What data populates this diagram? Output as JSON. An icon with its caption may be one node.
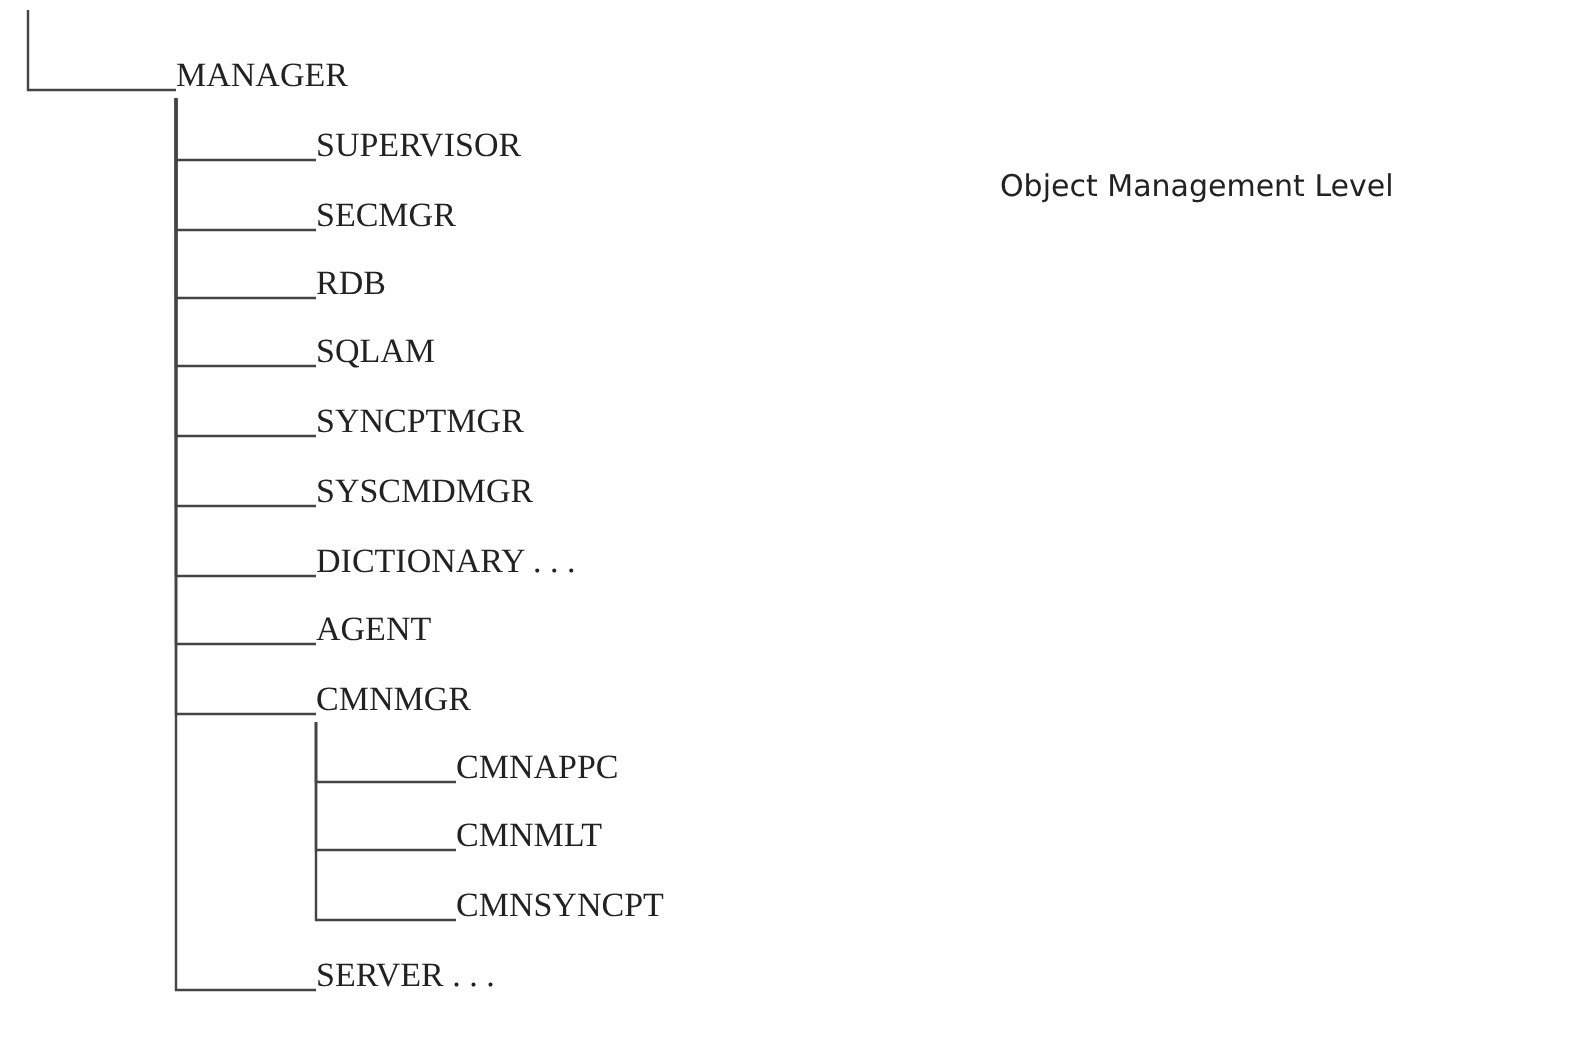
{
  "diagram": {
    "nodes": [
      {
        "text": [
          "MANAGER"
        ]
      },
      {
        "text": [
          "SUPERVISOR"
        ]
      },
      {
        "text": [
          "SECMGR"
        ]
      },
      {
        "text": [
          "RDB"
        ]
      },
      {
        "text": [
          "SQLAM"
        ]
      },
      {
        "text": [
          "SYNCPTMGR"
        ]
      },
      {
        "text": [
          "SYSCMDMGR"
        ]
      },
      {
        "text": [
          "DICTIONARY . . ."
        ]
      },
      {
        "text": [
          "AGENT"
        ]
      },
      {
        "text": [
          "CMNMGR"
        ]
      },
      {
        "text": [
          "CMNAPPC"
        ]
      },
      {
        "text": [
          "CMNMLT"
        ]
      },
      {
        "text": [
          "CMNSYNCPT"
        ]
      },
      {
        "text": [
          "SERVER . . ."
        ]
      }
    ],
    "edges": [
      {
        "from": null,
        "to": 0,
        "arrow": "none"
      },
      {
        "from": 0,
        "to": 1,
        "arrow": "none"
      },
      {
        "from": 0,
        "to": 2,
        "arrow": "none"
      },
      {
        "from": 0,
        "to": 3,
        "arrow": "none"
      },
      {
        "from": 0,
        "to": 4,
        "arrow": "none"
      },
      {
        "from": 0,
        "to": 5,
        "arrow": "none"
      },
      {
        "from": 0,
        "to": 6,
        "arrow": "none"
      },
      {
        "from": 0,
        "to": 7,
        "arrow": "none"
      },
      {
        "from": 0,
        "to": 8,
        "arrow": "none"
      },
      {
        "from": 0,
        "to": 9,
        "arrow": "none"
      },
      {
        "from": 9,
        "to": 10,
        "arrow": "none"
      },
      {
        "from": 9,
        "to": 11,
        "arrow": "none"
      },
      {
        "from": 9,
        "to": 12,
        "arrow": "none"
      },
      {
        "from": 0,
        "to": 13,
        "arrow": "none"
      }
    ],
    "labels": [
      "Object Management Level"
    ]
  }
}
